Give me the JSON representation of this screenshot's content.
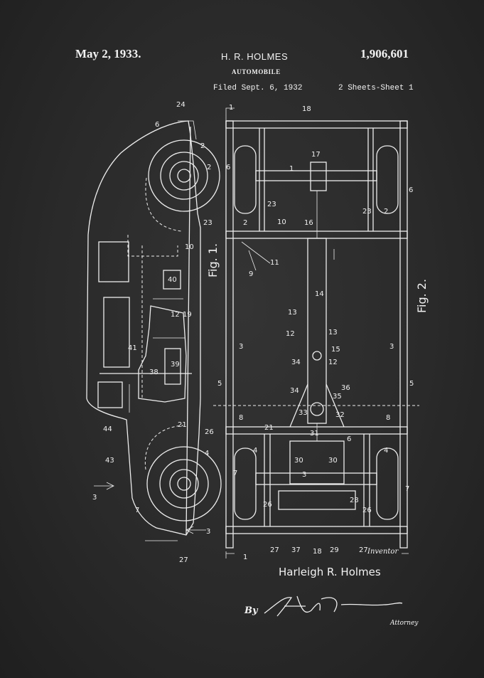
{
  "header": {
    "date": "May 2, 1933.",
    "inventor": "H. R. HOLMES",
    "patent_number": "1,906,601",
    "title": "AUTOMOBILE",
    "filed": "Filed Sept. 6, 1932",
    "sheets": "2 Sheets-Sheet 1"
  },
  "figures": {
    "fig1": "Fig. 1.",
    "fig2": "Fig. 2."
  },
  "signature": {
    "inventor_label": "Inventor",
    "inventor_name": "Harleigh R. Holmes",
    "by": "By",
    "attorney_signature": "A J O'Brien",
    "attorney_label": "Attorney"
  },
  "reference_numerals": [
    "1",
    "2",
    "3",
    "4",
    "5",
    "6",
    "7",
    "8",
    "9",
    "10",
    "11",
    "12",
    "13",
    "14",
    "15",
    "16",
    "17",
    "18",
    "19",
    "21",
    "23",
    "24",
    "26",
    "27",
    "28",
    "29",
    "30",
    "31",
    "32",
    "33",
    "34",
    "35",
    "36",
    "37",
    "38",
    "39",
    "40",
    "41",
    "43",
    "44"
  ],
  "colors": {
    "background": "#2a2a2a",
    "ink": "#ededed"
  }
}
